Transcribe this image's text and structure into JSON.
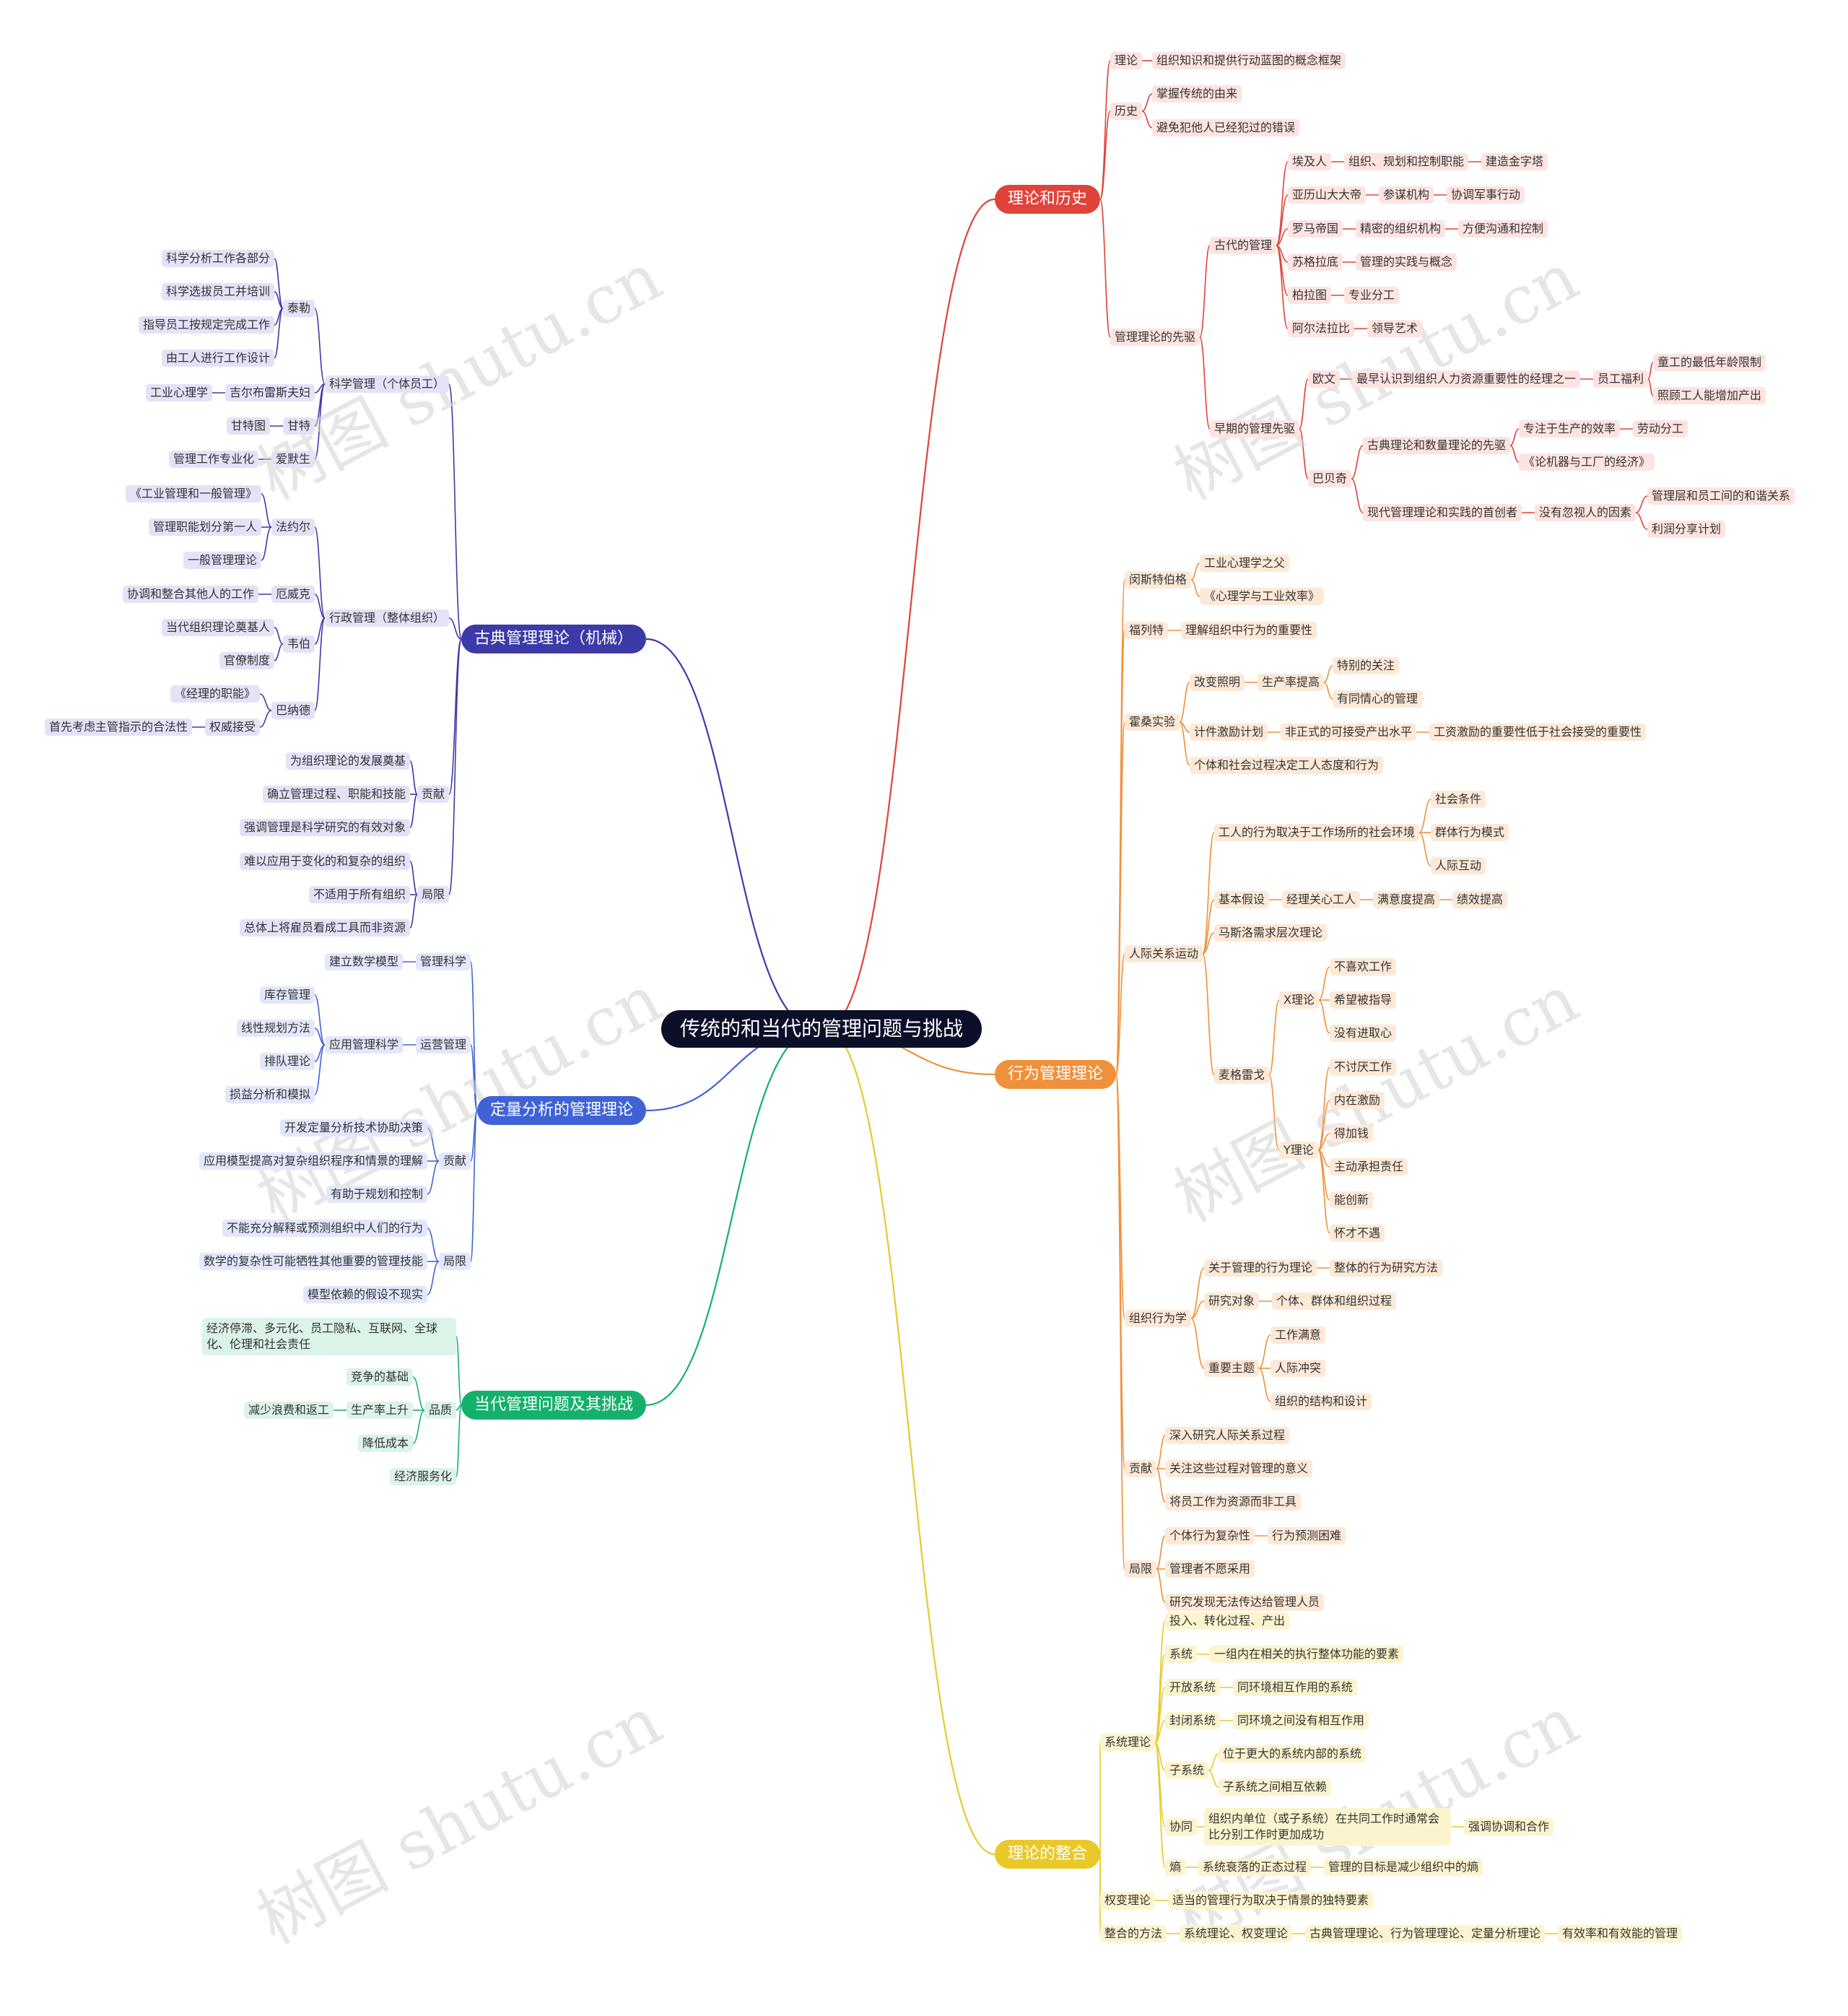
{
  "root": {
    "label": "传统的和当代的管理问题与挑战"
  },
  "watermark": "树图 shutu.cn",
  "colors": {
    "theory_history": "#e0433a",
    "classical": "#3d3aa7",
    "quant": "#3f63d6",
    "contemporary": "#15b06b",
    "behavioral": "#f0903a",
    "integration": "#e9c92a"
  },
  "branches": {
    "theory_history": {
      "label": "理论和历史",
      "theory": {
        "label": "理论",
        "desc": "组织知识和提供行动蓝图的概念框架"
      },
      "history": {
        "label": "历史",
        "items": [
          "掌握传统的由来",
          "避免犯他人已经犯过的错误"
        ]
      },
      "pioneers": {
        "label": "管理理论的先驱",
        "ancient": {
          "label": "古代的管理",
          "egypt": [
            "埃及人",
            "组织、规划和控制职能",
            "建造金字塔"
          ],
          "alexander": [
            "亚历山大大帝",
            "参谋机构",
            "协调军事行动"
          ],
          "rome": [
            "罗马帝国",
            "精密的组织机构",
            "方便沟通和控制"
          ],
          "socrates": [
            "苏格拉底",
            "管理的实践与概念"
          ],
          "plato": [
            "柏拉图",
            "专业分工"
          ],
          "alfarabi": [
            "阿尔法拉比",
            "领导艺术"
          ]
        },
        "early": {
          "label": "早期的管理先驱",
          "owen": {
            "label": "欧文",
            "desc": "最早认识到组织人力资源重要性的经理之一",
            "welfare": "员工福利",
            "items": [
              "童工的最低年龄限制",
              "照顾工人能增加产出"
            ]
          },
          "babbage": {
            "label": "巴贝奇",
            "pioneer": {
              "label": "古典理论和数量理论的先驱",
              "efficiency": "专注于生产的效率",
              "division": "劳动分工",
              "book": "《论机器与工厂的经济》"
            },
            "modern": {
              "label": "现代管理理论和实践的首创者",
              "factor": "没有忽视人的因素",
              "items": [
                "管理层和员工间的和谐关系",
                "利润分享计划"
              ]
            }
          }
        }
      }
    },
    "classical": {
      "label": "古典管理理论（机械）",
      "sci": {
        "label": "科学管理（个体员工）",
        "taylor": {
          "label": "泰勒",
          "items": [
            "科学分析工作各部分",
            "科学选拔员工并培训",
            "指导员工按规定完成工作",
            "由工人进行工作设计"
          ]
        },
        "gilbreth": [
          "吉尔布雷斯夫妇",
          "工业心理学"
        ],
        "gantt": [
          "甘特",
          "甘特图"
        ],
        "emerson": [
          "爱默生",
          "管理工作专业化"
        ]
      },
      "admin": {
        "label": "行政管理（整体组织）",
        "fayol": {
          "label": "法约尔",
          "items": [
            "《工业管理和一般管理》",
            "管理职能划分第一人",
            "一般管理理论"
          ]
        },
        "follett": [
          "厄威克",
          "协调和整合其他人的工作"
        ],
        "weber": {
          "label": "韦伯",
          "items": [
            "当代组织理论奠基人",
            "官僚制度"
          ]
        },
        "barnard": {
          "label": "巴纳德",
          "book": "《经理的职能》",
          "authority": "权威接受",
          "authority_desc": "首先考虑主管指示的合法性"
        }
      },
      "contrib": {
        "label": "贡献",
        "items": [
          "为组织理论的发展奠基",
          "确立管理过程、职能和技能",
          "强调管理是科学研究的有效对象"
        ]
      },
      "limits": {
        "label": "局限",
        "items": [
          "难以应用于变化的和复杂的组织",
          "不适用于所有组织",
          "总体上将雇员看成工具而非资源"
        ]
      }
    },
    "quant": {
      "label": "定量分析的管理理论",
      "ms": [
        "管理科学",
        "建立数学模型"
      ],
      "ops": {
        "label": "运营管理",
        "apply": "应用管理科学",
        "items": [
          "库存管理",
          "线性规划方法",
          "排队理论",
          "损益分析和模拟"
        ]
      },
      "contrib": {
        "label": "贡献",
        "items": [
          "开发定量分析技术协助决策",
          "应用模型提高对复杂组织程序和情景的理解",
          "有助于规划和控制"
        ]
      },
      "limits": {
        "label": "局限",
        "items": [
          "不能充分解释或预测组织中人们的行为",
          "数学的复杂性可能牺牲其他重要的管理技能",
          "模型依赖的假设不现实"
        ]
      }
    },
    "contemporary": {
      "label": "当代管理问题及其挑战",
      "env": "经济停滞、多元化、员工隐私、互联网、全球化、伦理和社会责任",
      "quality": {
        "label": "品质",
        "items": [
          "竞争的基础",
          "生产率上升",
          "降低成本"
        ],
        "waste": "减少浪费和返工"
      },
      "service": "经济服务化"
    },
    "behavioral": {
      "label": "行为管理理论",
      "munster": {
        "label": "闵斯特伯格",
        "items": [
          "工业心理学之父",
          "《心理学与工业效率》"
        ]
      },
      "follett": [
        "福列特",
        "理解组织中行为的重要性"
      ],
      "hawthorne": {
        "label": "霍桑实验",
        "lighting": {
          "label": "改变照明",
          "prod": "生产率提高",
          "items": [
            "特别的关注",
            "有同情心的管理"
          ]
        },
        "piece": [
          "计件激励计划",
          "非正式的可接受产出水平",
          "工资激励的重要性低于社会接受的重要性"
        ],
        "social": "个体和社会过程决定工人态度和行为"
      },
      "hr": {
        "label": "人际关系运动",
        "env": {
          "label": "工人的行为取决于工作场所的社会环境",
          "items": [
            "社会条件",
            "群体行为模式",
            "人际互动"
          ]
        },
        "assume": [
          "基本假设",
          "经理关心工人",
          "满意度提高",
          "绩效提高"
        ],
        "maslow": "马斯洛需求层次理论",
        "mcgregor": {
          "label": "麦格雷戈",
          "x": {
            "label": "X理论",
            "items": [
              "不喜欢工作",
              "希望被指导",
              "没有进取心"
            ]
          },
          "y": {
            "label": "Y理论",
            "items": [
              "不讨厌工作",
              "内在激励",
              "得加钱",
              "主动承担责任",
              "能创新",
              "怀才不遇"
            ]
          }
        }
      },
      "ob": {
        "label": "组织行为学",
        "about": [
          "关于管理的行为理论",
          "整体的行为研究方法"
        ],
        "objects": [
          "研究对象",
          "个体、群体和组织过程"
        ],
        "topics": {
          "label": "重要主题",
          "items": [
            "工作满意",
            "人际冲突",
            "组织的结构和设计"
          ]
        }
      },
      "contrib": {
        "label": "贡献",
        "items": [
          "深入研究人际关系过程",
          "关注这些过程对管理的意义",
          "将员工作为资源而非工具"
        ]
      },
      "limits": {
        "label": "局限",
        "complex": "个体行为复杂性",
        "predict": "行为预测困难",
        "items": [
          "管理者不愿采用",
          "研究发现无法传达给管理人员"
        ]
      }
    },
    "integration": {
      "label": "理论的整合",
      "systems": {
        "label": "系统理论",
        "ipo": "投入、转化过程、产出",
        "system": [
          "系统",
          "一组内在相关的执行整体功能的要素"
        ],
        "open": [
          "开放系统",
          "同环境相互作用的系统"
        ],
        "closed": [
          "封闭系统",
          "同环境之间没有相互作用"
        ],
        "sub": {
          "label": "子系统",
          "items": [
            "位于更大的系统内部的系统",
            "子系统之间相互依赖"
          ]
        },
        "synergy": {
          "label": "协同",
          "desc": "组织内单位（或子系统）在共同工作时通常会比分别工作时更加成功",
          "emph": "强调协调和合作"
        },
        "entropy": [
          "熵",
          "系统衰落的正态过程",
          "管理的目标是减少组织中的熵"
        ]
      },
      "contingency": [
        "权变理论",
        "适当的管理行为取决于情景的独特要素"
      ],
      "method": {
        "label": "整合的方法",
        "a": "系统理论、权变理论",
        "b": "古典管理理论、行为管理理论、定量分析理论",
        "c": "有效率和有效能的管理"
      }
    }
  }
}
